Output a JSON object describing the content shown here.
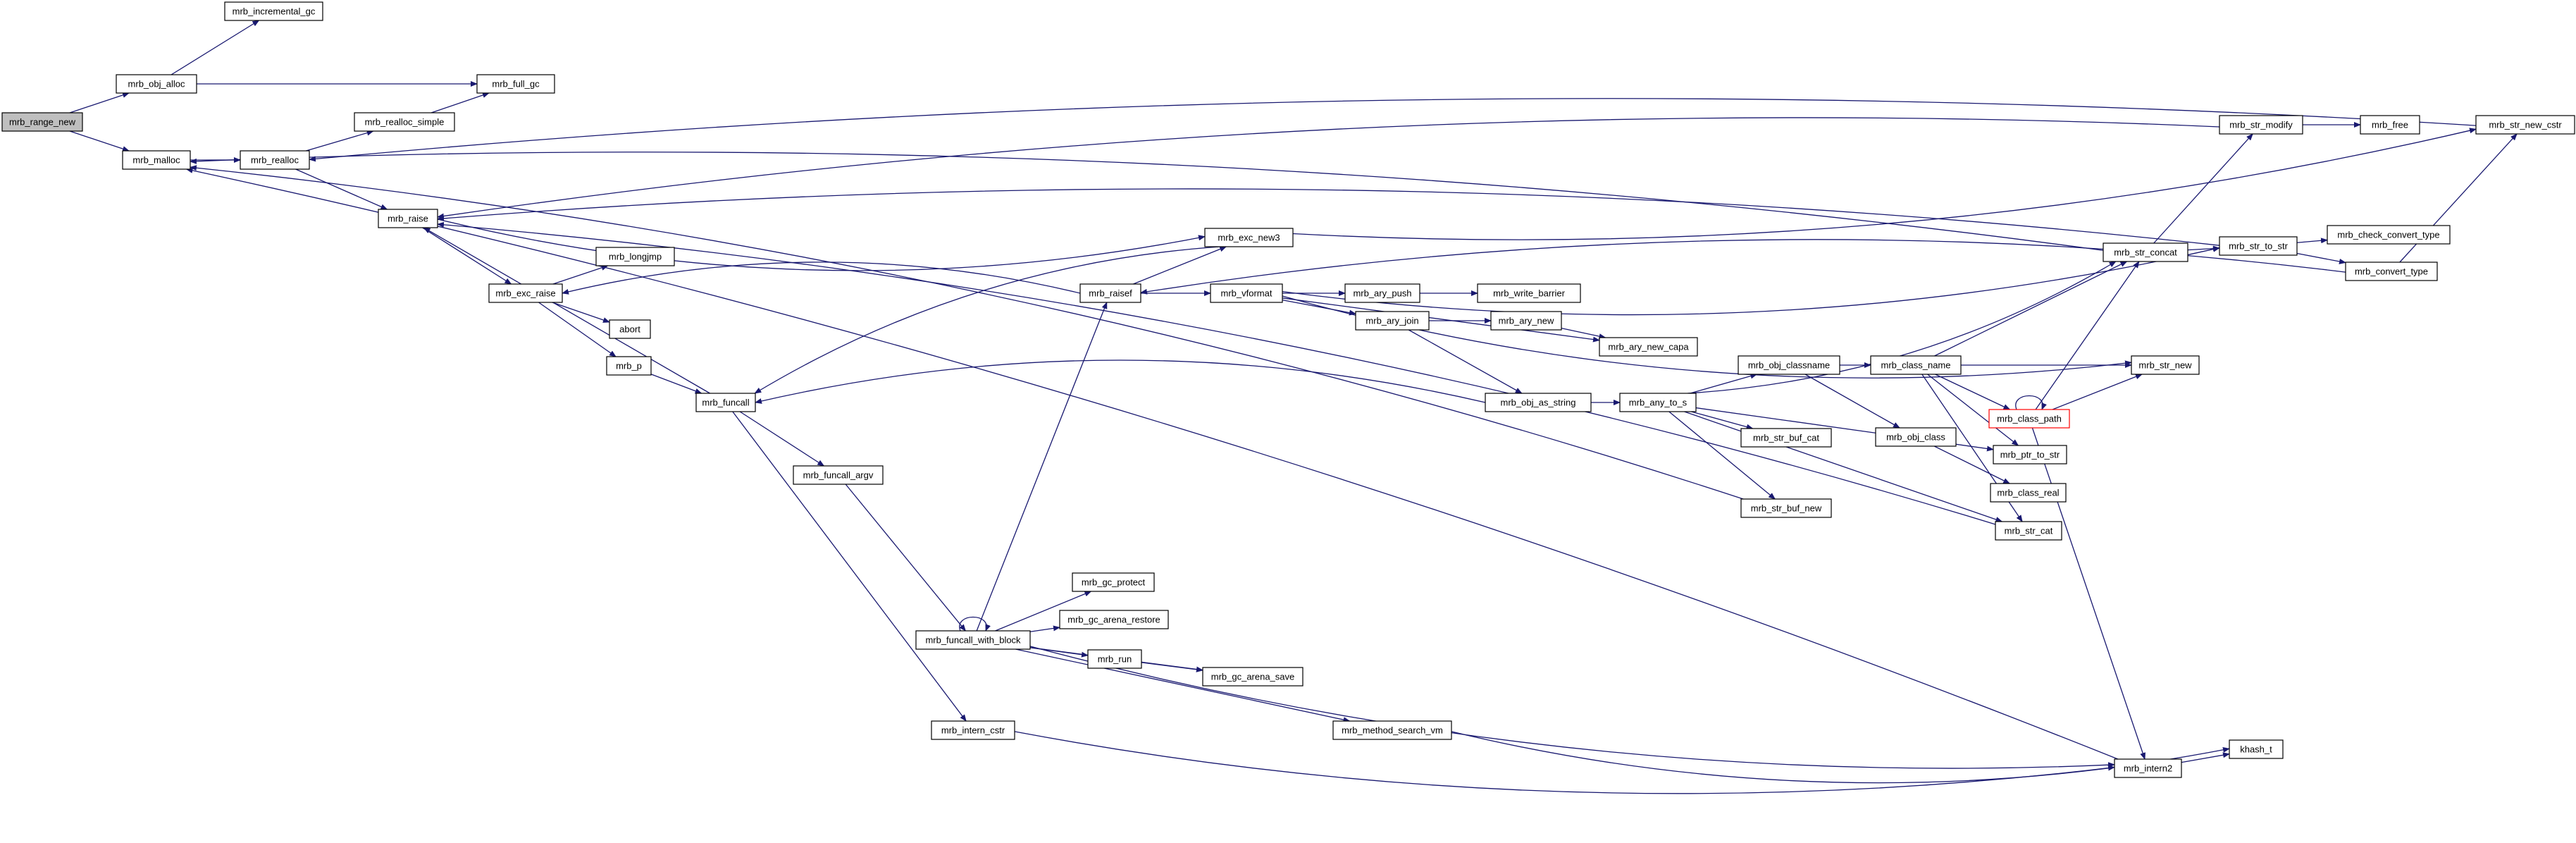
{
  "title": "",
  "colors": {
    "edge": "#191970",
    "node_border": "#000000",
    "root_fill": "#bfbfbf",
    "highlight_border": "#ff0000",
    "background": "#ffffff"
  },
  "nodes": [
    {
      "id": "range_new",
      "label": "mrb_range_new",
      "style": "root"
    },
    {
      "id": "incremental_gc",
      "label": "mrb_incremental_gc"
    },
    {
      "id": "obj_alloc",
      "label": "mrb_obj_alloc"
    },
    {
      "id": "full_gc",
      "label": "mrb_full_gc"
    },
    {
      "id": "realloc_simple",
      "label": "mrb_realloc_simple"
    },
    {
      "id": "malloc",
      "label": "mrb_malloc"
    },
    {
      "id": "realloc",
      "label": "mrb_realloc"
    },
    {
      "id": "raise",
      "label": "mrb_raise"
    },
    {
      "id": "longjmp",
      "label": "mrb_longjmp"
    },
    {
      "id": "exc_raise",
      "label": "mrb_exc_raise"
    },
    {
      "id": "abort",
      "label": "abort"
    },
    {
      "id": "p",
      "label": "mrb_p"
    },
    {
      "id": "funcall",
      "label": "mrb_funcall"
    },
    {
      "id": "funcall_argv",
      "label": "mrb_funcall_argv"
    },
    {
      "id": "gc_protect",
      "label": "mrb_gc_protect"
    },
    {
      "id": "gc_arena_restore",
      "label": "mrb_gc_arena_restore"
    },
    {
      "id": "funcall_with_block",
      "label": "mrb_funcall_with_block"
    },
    {
      "id": "run",
      "label": "mrb_run"
    },
    {
      "id": "gc_arena_save",
      "label": "mrb_gc_arena_save"
    },
    {
      "id": "intern_cstr",
      "label": "mrb_intern_cstr"
    },
    {
      "id": "exc_new3",
      "label": "mrb_exc_new3"
    },
    {
      "id": "raisef",
      "label": "mrb_raisef"
    },
    {
      "id": "vformat",
      "label": "mrb_vformat"
    },
    {
      "id": "ary_push",
      "label": "mrb_ary_push"
    },
    {
      "id": "write_barrier",
      "label": "mrb_write_barrier"
    },
    {
      "id": "ary_join",
      "label": "mrb_ary_join"
    },
    {
      "id": "ary_new",
      "label": "mrb_ary_new"
    },
    {
      "id": "ary_new_capa",
      "label": "mrb_ary_new_capa"
    },
    {
      "id": "obj_as_string",
      "label": "mrb_obj_as_string"
    },
    {
      "id": "method_search_vm",
      "label": "mrb_method_search_vm"
    },
    {
      "id": "any_to_s",
      "label": "mrb_any_to_s"
    },
    {
      "id": "obj_classname",
      "label": "mrb_obj_classname"
    },
    {
      "id": "str_buf_cat",
      "label": "mrb_str_buf_cat"
    },
    {
      "id": "str_buf_new",
      "label": "mrb_str_buf_new"
    },
    {
      "id": "class_name",
      "label": "mrb_class_name"
    },
    {
      "id": "obj_class",
      "label": "mrb_obj_class"
    },
    {
      "id": "class_path",
      "label": "mrb_class_path",
      "style": "red"
    },
    {
      "id": "ptr_to_str",
      "label": "mrb_ptr_to_str"
    },
    {
      "id": "class_real",
      "label": "mrb_class_real"
    },
    {
      "id": "str_cat",
      "label": "mrb_str_cat"
    },
    {
      "id": "str_concat",
      "label": "mrb_str_concat"
    },
    {
      "id": "str_modify",
      "label": "mrb_str_modify"
    },
    {
      "id": "free",
      "label": "mrb_free"
    },
    {
      "id": "str_to_str",
      "label": "mrb_str_to_str"
    },
    {
      "id": "check_convert_type",
      "label": "mrb_check_convert_type"
    },
    {
      "id": "convert_type",
      "label": "mrb_convert_type"
    },
    {
      "id": "str_new",
      "label": "mrb_str_new"
    },
    {
      "id": "str_new_cstr",
      "label": "mrb_str_new_cstr"
    },
    {
      "id": "intern2",
      "label": "mrb_intern2"
    },
    {
      "id": "khash_t",
      "label": "khash_t"
    }
  ],
  "edges": [
    [
      "range_new",
      "obj_alloc"
    ],
    [
      "range_new",
      "malloc"
    ],
    [
      "obj_alloc",
      "incremental_gc"
    ],
    [
      "obj_alloc",
      "full_gc"
    ],
    [
      "malloc",
      "realloc"
    ],
    [
      "realloc",
      "realloc_simple"
    ],
    [
      "realloc",
      "raise"
    ],
    [
      "realloc_simple",
      "full_gc"
    ],
    [
      "raise",
      "exc_new3"
    ],
    [
      "raise",
      "exc_raise"
    ],
    [
      "exc_raise",
      "longjmp"
    ],
    [
      "exc_raise",
      "abort"
    ],
    [
      "exc_raise",
      "p"
    ],
    [
      "p",
      "funcall"
    ],
    [
      "funcall",
      "raise"
    ],
    [
      "funcall",
      "funcall_argv"
    ],
    [
      "funcall",
      "intern_cstr"
    ],
    [
      "funcall_argv",
      "funcall_with_block"
    ],
    [
      "funcall_with_block",
      "funcall_with_block"
    ],
    [
      "funcall_with_block",
      "gc_protect"
    ],
    [
      "funcall_with_block",
      "gc_arena_restore"
    ],
    [
      "funcall_with_block",
      "run"
    ],
    [
      "funcall_with_block",
      "gc_arena_save"
    ],
    [
      "funcall_with_block",
      "method_search_vm"
    ],
    [
      "funcall_with_block",
      "intern2"
    ],
    [
      "funcall_with_block",
      "raisef"
    ],
    [
      "run",
      "gc_arena_save"
    ],
    [
      "intern_cstr",
      "intern2"
    ],
    [
      "exc_new3",
      "str_new_cstr"
    ],
    [
      "exc_new3",
      "funcall"
    ],
    [
      "raisef",
      "exc_new3"
    ],
    [
      "raisef",
      "exc_raise"
    ],
    [
      "raisef",
      "vformat"
    ],
    [
      "vformat",
      "ary_push"
    ],
    [
      "vformat",
      "ary_join"
    ],
    [
      "vformat",
      "ary_new_capa"
    ],
    [
      "vformat",
      "str_to_str"
    ],
    [
      "vformat",
      "str_new"
    ],
    [
      "ary_push",
      "write_barrier"
    ],
    [
      "ary_join",
      "ary_new"
    ],
    [
      "ary_join",
      "obj_as_string"
    ],
    [
      "ary_new",
      "ary_new_capa"
    ],
    [
      "obj_as_string",
      "any_to_s"
    ],
    [
      "obj_as_string",
      "funcall"
    ],
    [
      "method_search_vm",
      "khash_t"
    ],
    [
      "any_to_s",
      "str_concat"
    ],
    [
      "any_to_s",
      "obj_classname"
    ],
    [
      "any_to_s",
      "str_buf_cat"
    ],
    [
      "any_to_s",
      "str_buf_new"
    ],
    [
      "any_to_s",
      "str_cat"
    ],
    [
      "any_to_s",
      "ptr_to_str"
    ],
    [
      "obj_classname",
      "class_name"
    ],
    [
      "obj_classname",
      "obj_class"
    ],
    [
      "class_name",
      "str_concat"
    ],
    [
      "class_name",
      "str_new"
    ],
    [
      "class_name",
      "class_path"
    ],
    [
      "class_name",
      "ptr_to_str"
    ],
    [
      "class_name",
      "str_cat"
    ],
    [
      "obj_class",
      "class_real"
    ],
    [
      "class_path",
      "class_path"
    ],
    [
      "class_path",
      "str_concat"
    ],
    [
      "class_path",
      "str_new"
    ],
    [
      "class_path",
      "intern2"
    ],
    [
      "str_buf_new",
      "malloc"
    ],
    [
      "str_cat",
      "raise"
    ],
    [
      "str_concat",
      "str_modify"
    ],
    [
      "str_concat",
      "str_to_str"
    ],
    [
      "str_concat",
      "malloc"
    ],
    [
      "str_modify",
      "free"
    ],
    [
      "str_modify",
      "raise"
    ],
    [
      "str_to_str",
      "check_convert_type"
    ],
    [
      "str_to_str",
      "convert_type"
    ],
    [
      "str_to_str",
      "raise"
    ],
    [
      "convert_type",
      "str_new_cstr"
    ],
    [
      "convert_type",
      "raisef"
    ],
    [
      "str_new_cstr",
      "realloc"
    ],
    [
      "intern2",
      "malloc"
    ],
    [
      "intern2",
      "khash_t"
    ]
  ]
}
